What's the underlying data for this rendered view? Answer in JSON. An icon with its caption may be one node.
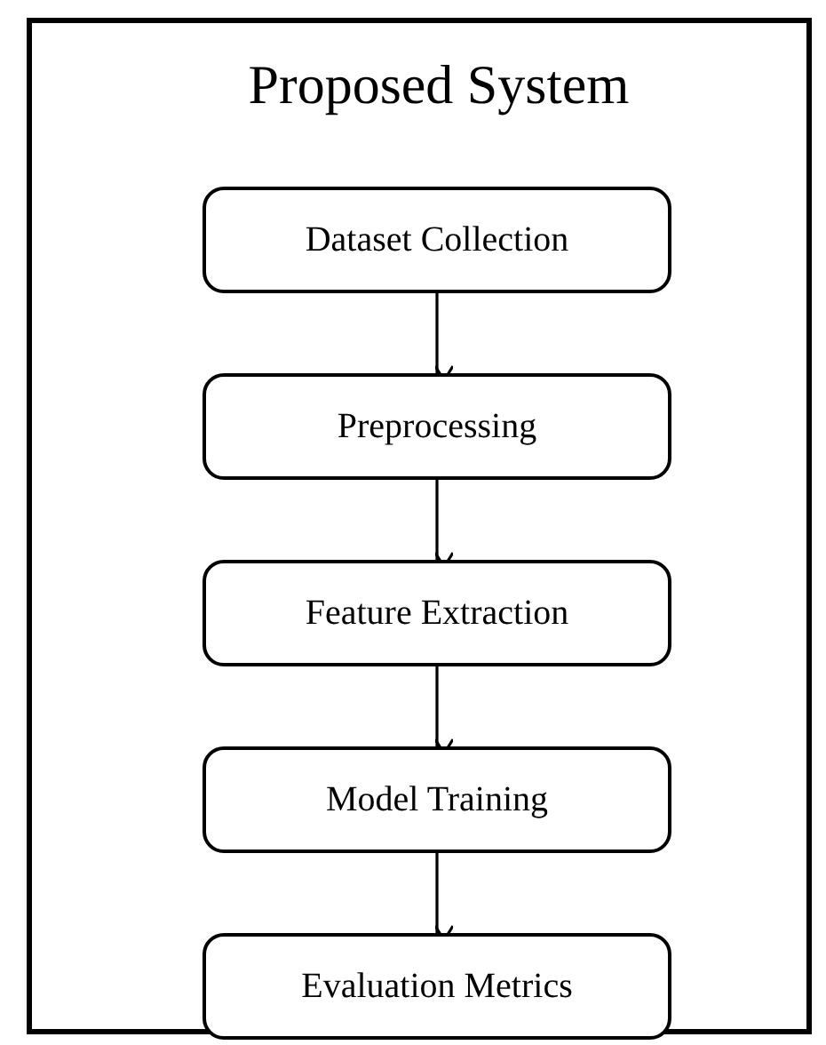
{
  "diagram": {
    "title": "Proposed System",
    "nodes": [
      {
        "text": [
          "Dataset Collection"
        ]
      },
      {
        "text": [
          "Preprocessing"
        ]
      },
      {
        "text": [
          "Feature Extraction"
        ]
      },
      {
        "text": [
          "Model Training"
        ]
      },
      {
        "text": [
          "Evaluation Metrics"
        ]
      }
    ],
    "edges": [
      {
        "from": 0,
        "to": 1,
        "arrow": "to"
      },
      {
        "from": 1,
        "to": 2,
        "arrow": "to"
      },
      {
        "from": 2,
        "to": 3,
        "arrow": "to"
      },
      {
        "from": 3,
        "to": 4,
        "arrow": "to"
      }
    ]
  }
}
